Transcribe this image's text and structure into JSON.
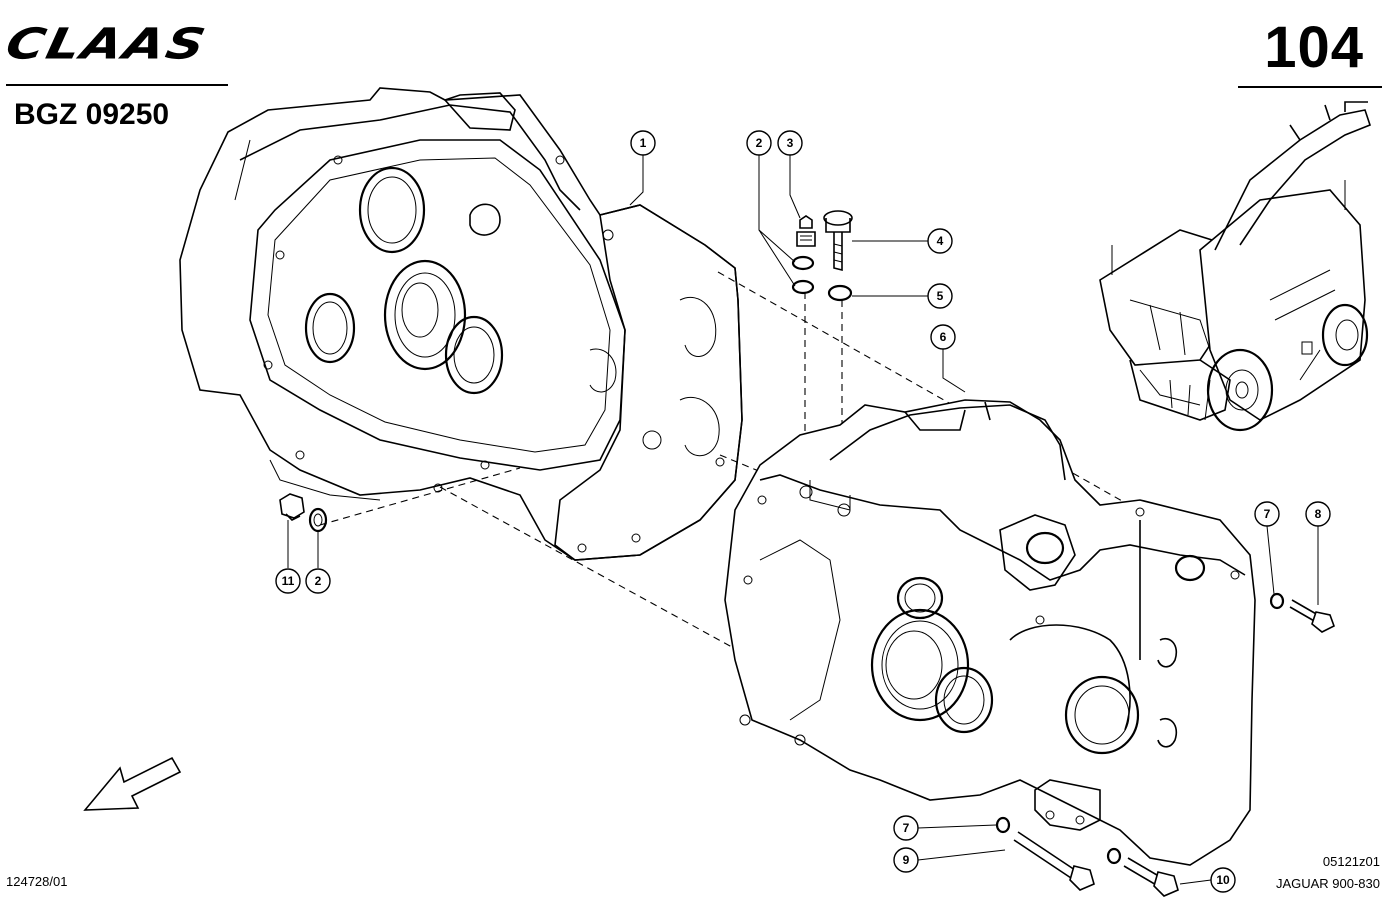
{
  "header": {
    "brand": "CLAAS",
    "page_number": "104",
    "group_code": "BGZ 09250"
  },
  "footer": {
    "left_ref": "124728/01",
    "drawing_ref": "05121z01",
    "model": "JAGUAR 900-830"
  },
  "callouts": [
    {
      "id": "c1",
      "label": "1"
    },
    {
      "id": "c2a",
      "label": "2"
    },
    {
      "id": "c3",
      "label": "3"
    },
    {
      "id": "c4",
      "label": "4"
    },
    {
      "id": "c5",
      "label": "5"
    },
    {
      "id": "c6",
      "label": "6"
    },
    {
      "id": "c7a",
      "label": "7"
    },
    {
      "id": "c8",
      "label": "8"
    },
    {
      "id": "c11",
      "label": "11"
    },
    {
      "id": "c2b",
      "label": "2"
    },
    {
      "id": "c7b",
      "label": "7"
    },
    {
      "id": "c9",
      "label": "9"
    },
    {
      "id": "c10",
      "label": "10"
    }
  ],
  "icons": {
    "direction_arrow": "front-direction-arrow-icon",
    "machine": "forage-harvester-icon"
  }
}
